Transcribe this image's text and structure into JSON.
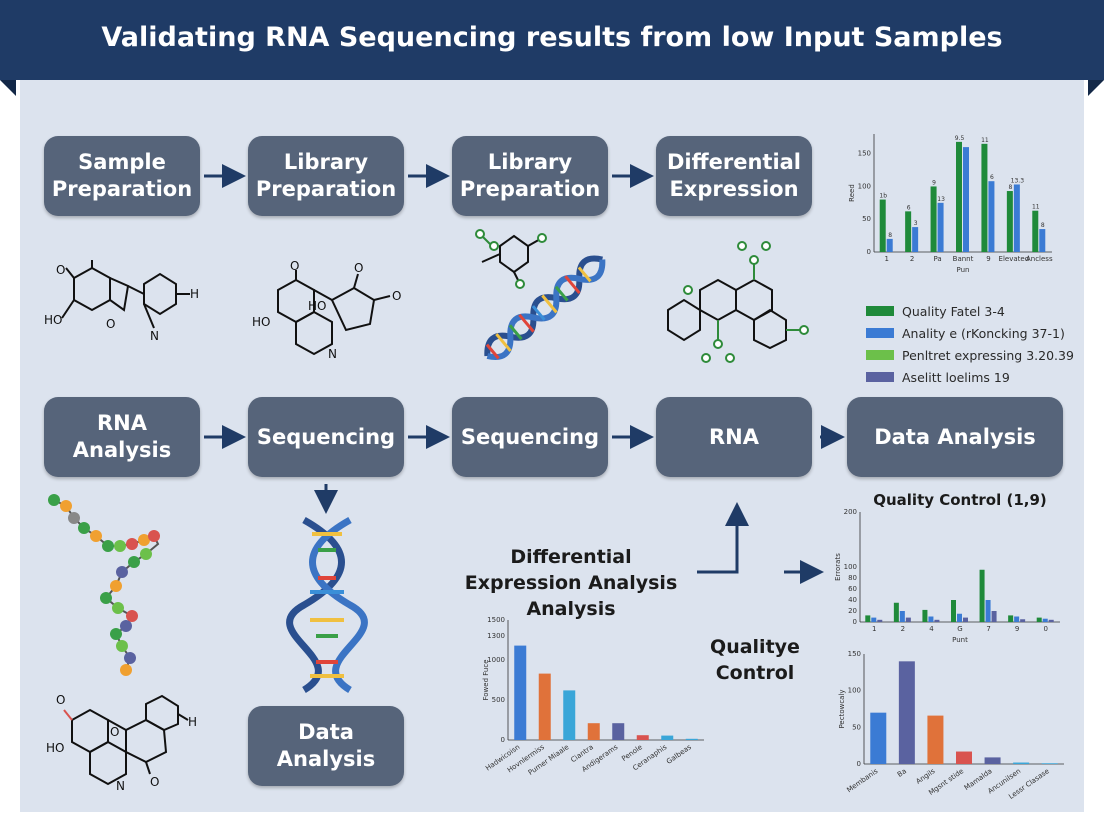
{
  "header": {
    "title": "Validating RNA Sequencing results from low Input Samples"
  },
  "colors": {
    "banner": "#1f3b66",
    "panel": "#dce3ee",
    "node": "#56647a",
    "arrow": "#1f3b66"
  },
  "flow": {
    "row1": [
      {
        "id": "sample-preparation",
        "label": "Sample Preparation"
      },
      {
        "id": "library-preparation-1",
        "label": "Library Preparation"
      },
      {
        "id": "library-preparation-2",
        "label": "Library Preparation"
      },
      {
        "id": "differential-expression",
        "label": "Differential Expression"
      }
    ],
    "row2": [
      {
        "id": "rna-analysis",
        "label": "RNA Analysis"
      },
      {
        "id": "sequencing-1",
        "label": "Sequencing"
      },
      {
        "id": "sequencing-2",
        "label": "Sequencing"
      },
      {
        "id": "rna",
        "label": "RNA"
      },
      {
        "id": "data-analysis-1",
        "label": "Data Analysis"
      }
    ],
    "row3": [
      {
        "id": "data-analysis-2",
        "label": "Data Analysis"
      }
    ],
    "text_labels": {
      "differential_expression_analysis": "Differential Expression Analysis Analysis",
      "quality_control": "Qualitye Control"
    }
  },
  "molecule_labels": [
    "O",
    "HO",
    "O",
    "N",
    "H",
    "O",
    "HO",
    "O",
    "HO",
    "O",
    "N",
    "O",
    "H",
    "HO",
    "O",
    "N",
    "O"
  ],
  "legend": [
    {
      "label": "Quality Fatel 3-4",
      "color": "#1f8a3a"
    },
    {
      "label": "Anality e (rKoncking 37-1)",
      "color": "#3b7bd4"
    },
    {
      "label": "Penltret expressing 3.20.39",
      "color": "#6cc04a"
    },
    {
      "label": "Aselitt loelims 19",
      "color": "#5a62a0"
    }
  ],
  "chart_data": [
    {
      "type": "bar",
      "title": "",
      "ylabel": "Reed",
      "xlabel": "Pun",
      "ylim": [
        0,
        180
      ],
      "yticks": [
        0,
        50,
        100,
        150,
        200,
        300
      ],
      "categories": [
        "1",
        "2",
        "Pa",
        "Bannt",
        "9",
        "Elevated",
        "Ancless"
      ],
      "series": [
        {
          "values": [
            80,
            62,
            100,
            168,
            165,
            93,
            63
          ],
          "color": "#1f8a3a"
        },
        {
          "values": [
            20,
            38,
            75,
            160,
            108,
            103,
            35
          ],
          "color": "#3b7bd4"
        }
      ],
      "bar_labels": [
        [
          "1b",
          "6",
          "9",
          "9.5",
          "11",
          "8",
          "11"
        ],
        [
          "8",
          "3",
          "13",
          "",
          "6",
          "13.3",
          "8"
        ]
      ]
    },
    {
      "type": "bar",
      "title": "Quality Control (1,9)",
      "ylabel": "Errorats",
      "xlabel": "Punt",
      "ylim": [
        0,
        200
      ],
      "yticks": [
        0,
        20,
        40,
        60,
        80,
        100,
        200
      ],
      "categories": [
        "1",
        "2",
        "4",
        "G",
        "7",
        "9",
        "0"
      ],
      "series": [
        {
          "values": [
            12,
            35,
            22,
            40,
            95,
            12,
            8
          ],
          "color": "#1f8a3a"
        },
        {
          "values": [
            8,
            20,
            10,
            15,
            40,
            10,
            6
          ],
          "color": "#3b7bd4"
        },
        {
          "values": [
            4,
            8,
            4,
            8,
            20,
            5,
            4
          ],
          "color": "#5a62a0"
        }
      ]
    },
    {
      "type": "bar",
      "title": "",
      "ylabel": "Fowed Fuce",
      "xlabel": "",
      "ylim": [
        0,
        1500
      ],
      "yticks": [
        0,
        500,
        1000,
        1500,
        1300
      ],
      "categories": [
        "Hadwicoisn",
        "Hovnlermiss",
        "Pumer Miaale",
        "Ciantra",
        "Andigerams",
        "Penole",
        "Ceranaphis",
        "Galbeas"
      ],
      "values": [
        1180,
        830,
        620,
        210,
        210,
        60,
        55,
        15
      ],
      "colors": [
        "#3b7bd4",
        "#e0723a",
        "#3aa6d8",
        "#e0723a",
        "#5a62a0",
        "#d9534f",
        "#3aa6d8",
        "#3aa6d8"
      ]
    },
    {
      "type": "bar",
      "title": "",
      "ylabel": "Pectowcaly",
      "xlabel": "",
      "ylim": [
        0,
        150
      ],
      "yticks": [
        0,
        50,
        100,
        150
      ],
      "categories": [
        "Membanis",
        "Ba",
        "Angils",
        "Mgsnt stide",
        "Mamalda",
        "Ancunilsen",
        "Lessr Clasase"
      ],
      "values": [
        70,
        140,
        66,
        17,
        9,
        2,
        1
      ],
      "colors": [
        "#3b7bd4",
        "#5a62a0",
        "#e0723a",
        "#d9534f",
        "#5a62a0",
        "#3aa6d8",
        "#3aa6d8"
      ]
    }
  ]
}
